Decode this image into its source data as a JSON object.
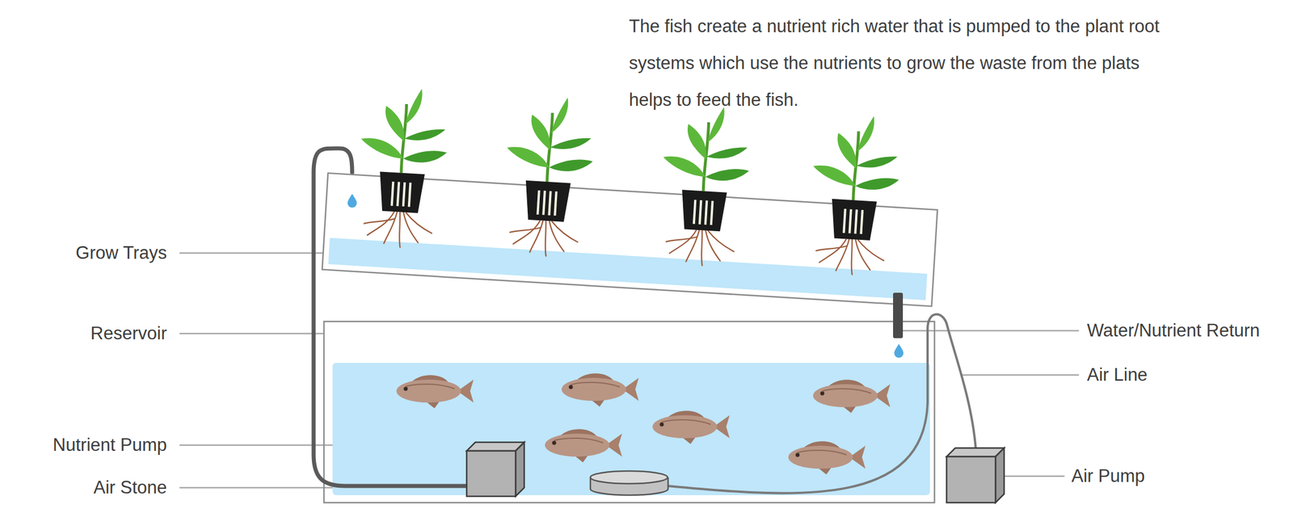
{
  "diagram": {
    "labels": [
      "The fish create a nutrient rich water that is pumped to the plant root systems which use the nutrients to grow the waste from the plats helps to feed the fish.",
      "Grow Trays",
      "Reservoir",
      "Nutrient Pump",
      "Air Stone",
      "Water/Nutrient Return",
      "Air Line",
      "Air Pump"
    ]
  }
}
